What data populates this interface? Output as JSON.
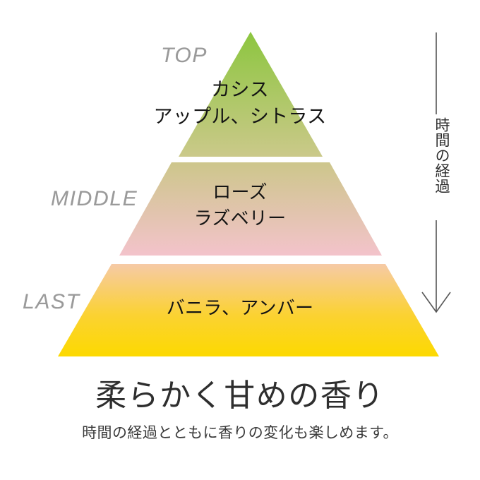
{
  "diagram": {
    "type": "fragrance-pyramid",
    "tiers": [
      {
        "id": "top",
        "label": "TOP",
        "notes": [
          "カシス",
          "アップル、シトラス"
        ],
        "gradient_from": "#8cc63f",
        "gradient_to": "#cbc98a"
      },
      {
        "id": "middle",
        "label": "MIDDLE",
        "notes": [
          "ローズ",
          "ラズベリー"
        ],
        "gradient_from": "#cdc68b",
        "gradient_to": "#f3c3cb"
      },
      {
        "id": "last",
        "label": "LAST",
        "notes": [
          "バニラ、アンバー"
        ],
        "gradient_from": "#f6caa6",
        "gradient_to": "#fcd900"
      }
    ]
  },
  "time_axis": {
    "label": "時間の経過",
    "icon": "down-arrow-icon",
    "color": "#555555"
  },
  "caption": {
    "headline": "柔らかく甘めの香り",
    "subtext": "時間の経過とともに香りの変化も楽しめます。"
  },
  "colors": {
    "background": "#ffffff",
    "tier_label": "#9a9a9a",
    "note_text": "#141414",
    "headline": "#2e2e2e",
    "subtext": "#3a3a3a",
    "axis_line": "#555555"
  }
}
